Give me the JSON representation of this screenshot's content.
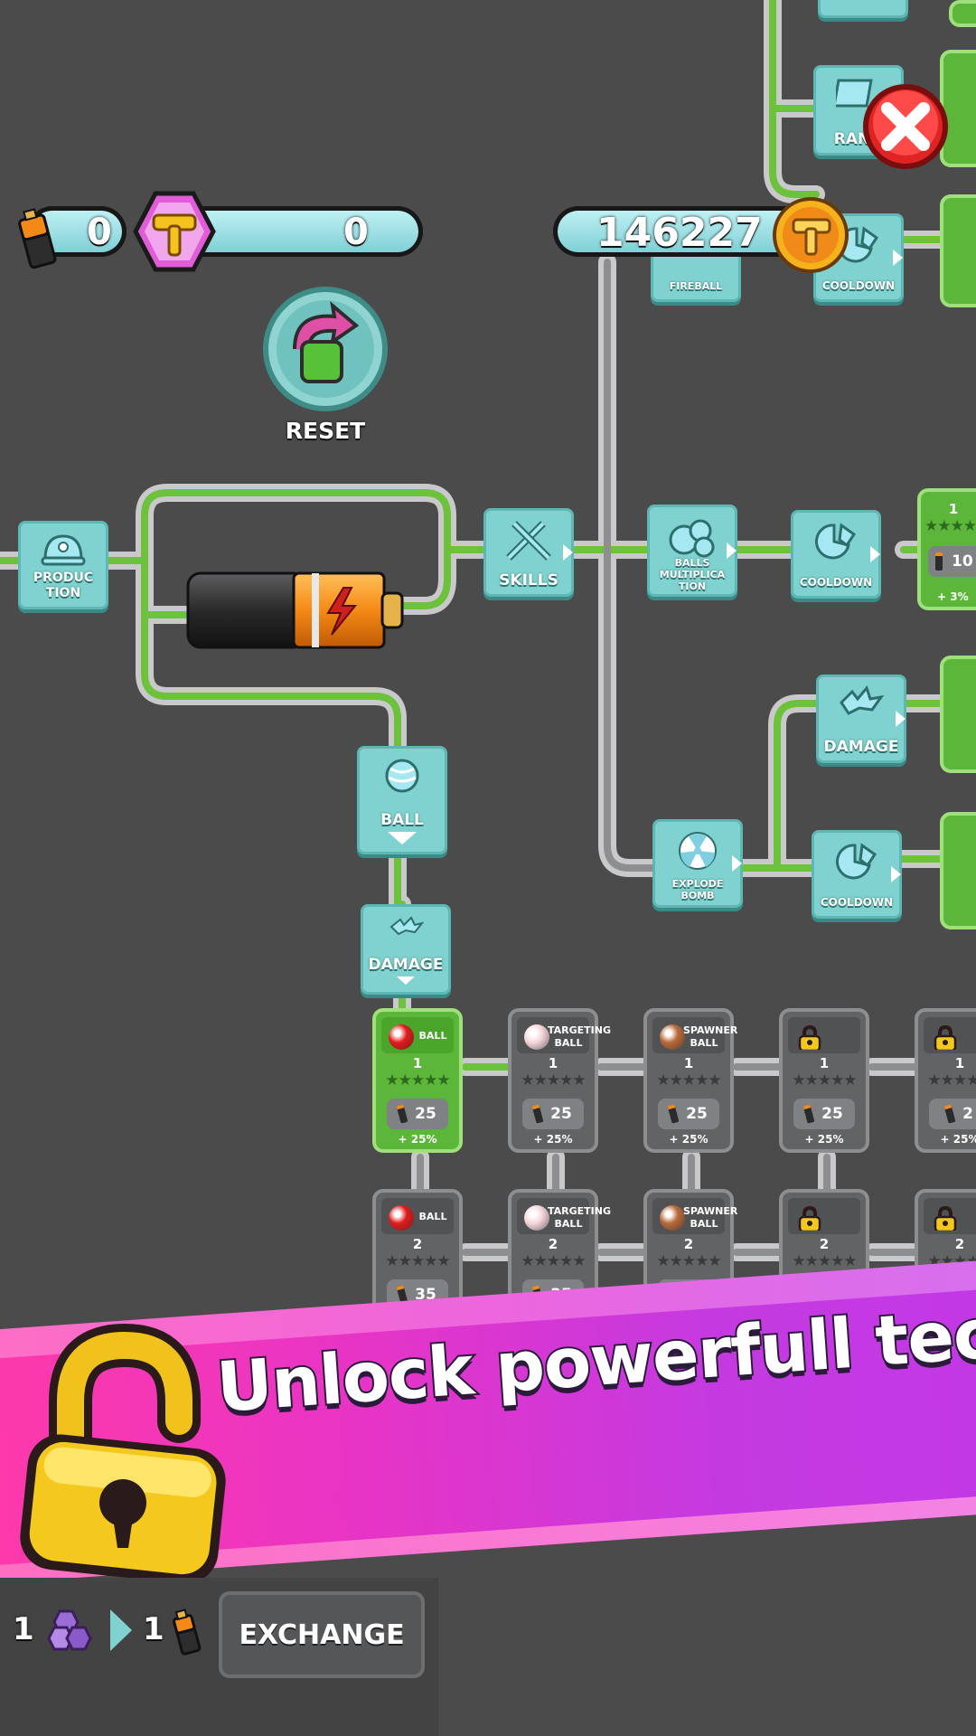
{
  "hud": {
    "battery_count": "0",
    "hammer_count": "0",
    "coins": "146227",
    "reset_label": "RESET"
  },
  "tree_nodes": {
    "production": "PRODUC\nTION",
    "skills": "SKILLS",
    "ball": "BALL",
    "damage_ball": "DAMAGE",
    "fireball": "FIREBALL",
    "cooldown_top": "COOLDOWN",
    "balls_multiplication": "BALLS\nMULTIPLICA\nTION",
    "cooldown_mid": "COOLDOWN",
    "damage_right": "DAMAGE",
    "explode_bomb": "EXPLODE\nBOMB",
    "cooldown_bottom": "COOLDOWN",
    "range_partial": "RANG"
  },
  "side_cards": {
    "level": "1",
    "bonus": "+ 3%",
    "cost_partial": "10"
  },
  "cards_row1": [
    {
      "name": "BALL",
      "level": "1",
      "cost": "25",
      "bonus": "+ 25%",
      "stars": "★★★★★",
      "orb_color": "#e21b1b"
    },
    {
      "name": "TARGETING\nBALL",
      "level": "1",
      "cost": "25",
      "bonus": "+ 25%",
      "stars": "★★★★★",
      "orb_color": "#f4d6da"
    },
    {
      "name": "SPAWNER\nBALL",
      "level": "1",
      "cost": "25",
      "bonus": "+ 25%",
      "stars": "★★★★★",
      "orb_color": "#b86a3a"
    },
    {
      "name": "",
      "level": "1",
      "cost": "25",
      "bonus": "+ 25%",
      "stars": "★★★★★",
      "locked": true
    },
    {
      "name": "",
      "level": "1",
      "cost": "2",
      "bonus": "+ 25%",
      "stars": "★★★★★",
      "locked": true
    }
  ],
  "cards_row2": [
    {
      "name": "BALL",
      "level": "2",
      "cost": "35",
      "stars": "★★★★★",
      "orb_color": "#e21b1b"
    },
    {
      "name": "TARGETING\nBALL",
      "level": "2",
      "cost": "35",
      "stars": "★★★★★",
      "orb_color": "#f4d6da"
    },
    {
      "name": "SPAWNER\nBALL",
      "level": "2",
      "cost": "35",
      "stars": "★★★★★",
      "orb_color": "#b86a3a"
    },
    {
      "name": "",
      "level": "2",
      "cost": "",
      "stars": "★★★★★",
      "locked": true
    },
    {
      "name": "",
      "level": "2",
      "cost": "",
      "stars": "★★★★★",
      "locked": true
    }
  ],
  "banner": {
    "text": "Unlock powerfull tech!"
  },
  "exchange": {
    "left_amount": "1",
    "right_amount": "1",
    "button_label": "EXCHANGE"
  },
  "colors": {
    "background": "#4b4b4c",
    "node_teal": "#7fd2cf",
    "pipe_green": "#6cc23a",
    "card_active": "#5cb63a",
    "banner_pink": "#ff3aa8",
    "banner_purple": "#c238e6"
  }
}
